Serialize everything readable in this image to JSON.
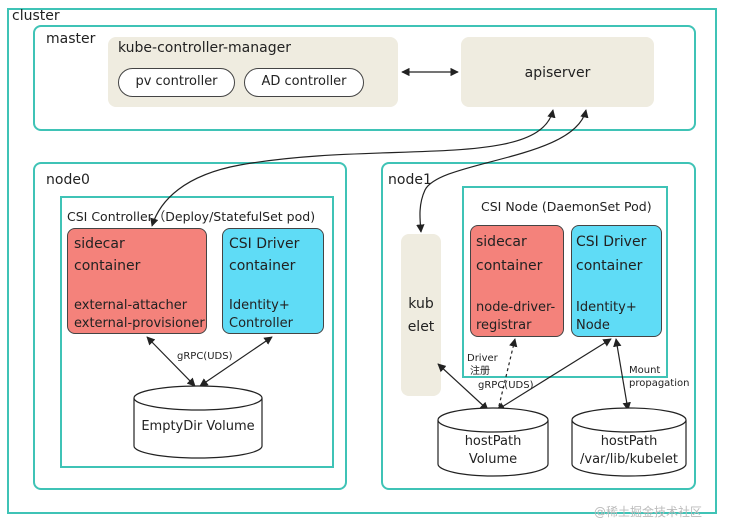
{
  "cluster": {
    "label": "cluster"
  },
  "master": {
    "label": "master",
    "kcm": {
      "label": "kube-controller-manager",
      "pv": "pv controller",
      "ad": "AD controller"
    },
    "apiserver": "apiserver"
  },
  "node0": {
    "label": "node0",
    "csi_controller": "CSI Controller（Deploy/StatefulSet pod)",
    "sidecar": {
      "title1": "sidecar",
      "title2": "container",
      "line1": "external-attacher",
      "line2": "external-provisioner"
    },
    "driver": {
      "title1": "CSI Driver",
      "title2": "container",
      "line1": "Identity+",
      "line2": "Controller"
    },
    "grpc": "gRPC(UDS)",
    "volume": "EmptyDir Volume"
  },
  "node1": {
    "label": "node1",
    "csi_node": "CSI Node (DaemonSet Pod)",
    "kubelet1": "kub",
    "kubelet2": "elet",
    "sidecar": {
      "title1": "sidecar",
      "title2": "container",
      "line1": "node-driver-",
      "line2": "registrar"
    },
    "driver": {
      "title1": "CSI Driver",
      "title2": "container",
      "line1": "Identity+",
      "line2": "Node"
    },
    "driver_reg1": "Driver",
    "driver_reg2": "注册",
    "grpc": "gRPC(UDS)",
    "mount1": "Mount",
    "mount2": "propagation",
    "vol1a": "hostPath",
    "vol1b": "Volume",
    "vol2a": "hostPath",
    "vol2b": "/var/lib/kubelet"
  },
  "watermark": "@稀土掘金技术社区"
}
